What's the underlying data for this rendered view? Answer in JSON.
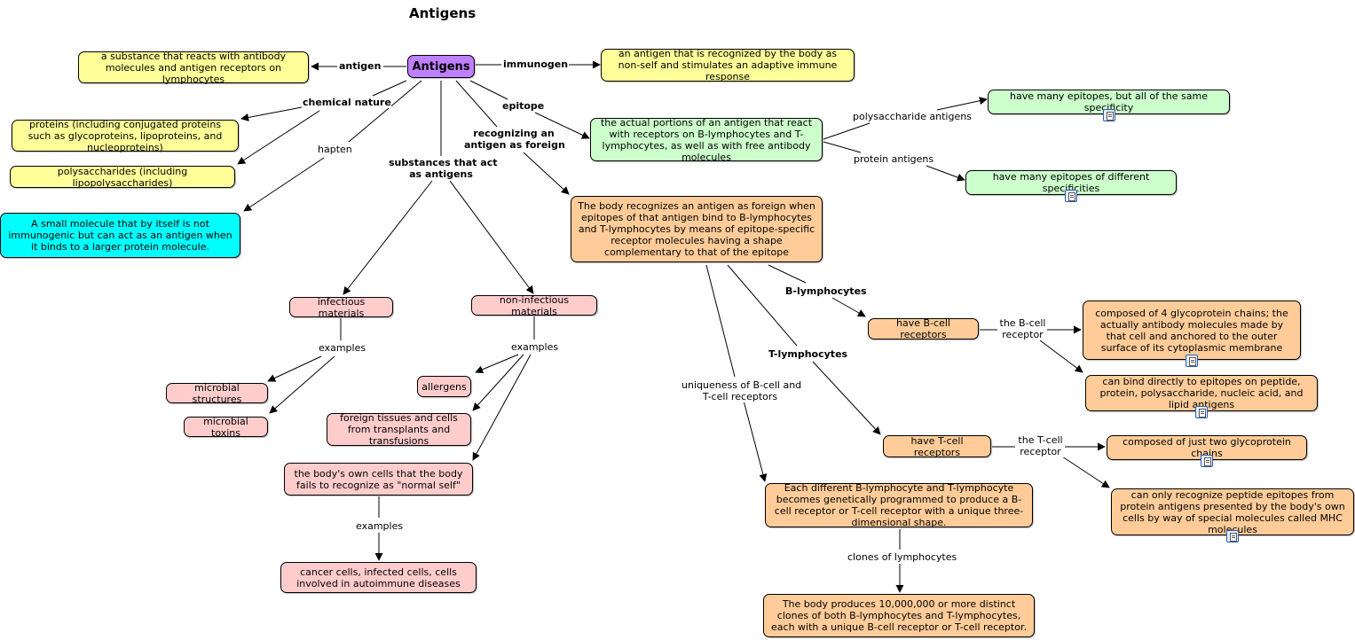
{
  "title": "Antigens",
  "nodes": {
    "antigens": "Antigens",
    "antigen_def": "a substance that reacts with antibody molecules and antigen receptors on lymphocytes",
    "immunogen_def": "an antigen that is recognized by the body as non-self and stimulates an adaptive immune response",
    "proteins": "proteins (including conjugated proteins such as glycoproteins, lipoproteins, and nucleoproteins)",
    "polysaccharides": "polysaccharides (including lipopolysaccharides)",
    "hapten_def": "A small molecule that by itself is not immunogenic but can act as an antigen when it binds to a larger protein molecule.",
    "epitope_def": "the actual portions of an antigen that react with receptors on B-lymphocytes and T-lymphocytes, as well as with free antibody molecules",
    "same_specificity": "have many epitopes, but all of the same specificity",
    "diff_specificities": "have many epitopes of different specificities",
    "recognize_foreign": "The body recognizes an antigen as foreign when epitopes of that antigen bind to B-lymphocytes and T-lymphocytes by means of epitope-specific receptor molecules having a shape complementary to that of the epitope",
    "infectious": "infectious materials",
    "non_infectious": "non-infectious materials",
    "microbial_structures": "microbial structures",
    "microbial_toxins": "microbial toxins",
    "allergens": "allergens",
    "foreign_tissues": "foreign tissues and cells from transplants and transfusions",
    "own_cells": "the body's own cells that the body fails to recognize as \"normal self\"",
    "cancer_cells": "cancer cells, infected cells, cells involved in autoimmune diseases",
    "b_receptors": "have B-cell receptors",
    "t_receptors": "have T-cell receptors",
    "b_composed": "composed of 4 glycoprotein chains; the actually antibody molecules made by that cell and anchored to the outer surface of its cytoplasmic membrane",
    "b_bind": "can bind directly to epitopes on peptide, protein, polysaccharide, nucleic acid, and lipid antigens",
    "t_composed": "composed of just two glycoprotein chains",
    "t_recognize": "can only recognize peptide epitopes from protein antigens presented by the body's own cells by way of special molecules called MHC molecules",
    "unique_receptor": "Each different B-lymphocyte and T-lymphocyte becomes genetically programmed to produce a B-cell receptor or T-cell receptor with a unique three-dimensional shape.",
    "clones": "The body produces 10,000,000 or more distinct clones of both B-lymphocytes and T-lymphocytes, each with a unique B-cell receptor or T-cell receptor."
  },
  "links": {
    "antigen": "antigen",
    "immunogen": "immunogen",
    "chemical_nature": "chemical nature",
    "hapten": "hapten",
    "epitope": "epitope",
    "recognizing_line1": "recognizing an",
    "recognizing_line2": "antigen as foreign",
    "substances_line1": "substances that act",
    "substances_line2": "as antigens",
    "polysaccharide_antigens": "polysaccharide antigens",
    "protein_antigens": "protein antigens",
    "examples_infectious": "examples",
    "examples_noninfectious": "examples",
    "examples_self": "examples",
    "b_lymphocytes": "B-lymphocytes",
    "t_lymphocytes": "T-lymphocytes",
    "uniqueness_line1": "uniqueness of B-cell and",
    "uniqueness_line2": "T-cell receptors",
    "the_bcell_line1": "the B-cell",
    "the_bcell_line2": "receptor",
    "the_tcell_line1": "the T-cell",
    "the_tcell_line2": "receptor",
    "clones_of": "clones of lymphocytes"
  },
  "colors": {
    "yellow": "#ffff99",
    "purple": "#bf80ff",
    "green": "#ccffcc",
    "cyan": "#00ffff",
    "pink": "#ffcccc",
    "orange": "#ffcc99"
  }
}
